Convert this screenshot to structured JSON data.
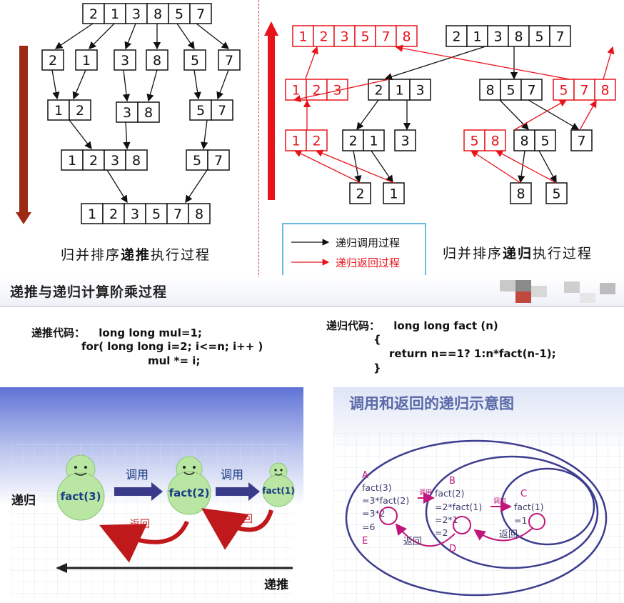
{
  "merge": {
    "left": {
      "row0": [
        "2",
        "1",
        "3",
        "8",
        "5",
        "7"
      ],
      "row1": [
        "2",
        "1",
        "3",
        "8",
        "5",
        "7"
      ],
      "row2a": [
        "1",
        "2"
      ],
      "row2b": [
        "3",
        "8"
      ],
      "row2c": [
        "5",
        "7"
      ],
      "row3a": [
        "1",
        "2",
        "3",
        "8"
      ],
      "row3b": [
        "5",
        "7"
      ],
      "row4": [
        "1",
        "2",
        "3",
        "5",
        "7",
        "8"
      ],
      "caption_pre": "归并排序",
      "caption_bold": "递推",
      "caption_post": "执行过程"
    },
    "right": {
      "top_red": [
        "1",
        "2",
        "3",
        "5",
        "7",
        "8"
      ],
      "top_black": [
        "2",
        "1",
        "3",
        "8",
        "5",
        "7"
      ],
      "l1_red": [
        "1",
        "2",
        "3"
      ],
      "l1_black_a": [
        "2",
        "1",
        "3"
      ],
      "l1_black_b": [
        "8",
        "5",
        "7"
      ],
      "l1_red_b": [
        "5",
        "7",
        "8"
      ],
      "l2_red_a": [
        "1",
        "2"
      ],
      "l2_black_a": [
        "2",
        "1"
      ],
      "l2_single_3": "3",
      "l2_red_b": [
        "5",
        "8"
      ],
      "l2_black_b": [
        "8",
        "5"
      ],
      "l2_single_7": "7",
      "l3_a": "2",
      "l3_b": "1",
      "l3_c": "8",
      "l3_d": "5",
      "legend_call": "递归调用过程",
      "legend_return": "递归返回过程",
      "caption_pre": "归并排序",
      "caption_bold": "递归",
      "caption_post": "执行过程"
    }
  },
  "factorial": {
    "heading": "递推与递归计算阶乘过程",
    "iter_label": "递推代码：",
    "iter_line1": "long long mul=1;",
    "iter_line2": "for( long long i=2; i<=n; i++ )",
    "iter_line3": "mul *= i;",
    "rec_label": "递归代码：",
    "rec_line1": "long long  fact (n)",
    "rec_line2": "{",
    "rec_line3": "return n==1? 1:n*fact(n-1);",
    "rec_line4": "}"
  },
  "snowman": {
    "fact3": "fact(3)",
    "fact2": "fact(2)",
    "fact1": "fact(1)",
    "call1": "调用",
    "call2": "调用",
    "ret1": "返回",
    "ret2": "返回",
    "label_recursion": "递归",
    "label_iteration": "递推"
  },
  "ellipses": {
    "title": "调用和返回的递归示意图",
    "A": "A",
    "B": "B",
    "C": "C",
    "D": "D",
    "E": "E",
    "a1": "fact(3)",
    "a2": "=3*fact(2)",
    "a3": "=3*2",
    "a4": "=6",
    "b1": "fact(2)",
    "b2": "=2*fact(1)",
    "b3": "=2*1",
    "b4": "=2",
    "c1": "fact(1)",
    "c2": "=1",
    "call1": "调用",
    "call2": "调用",
    "ret1": "返回",
    "ret2": "返回"
  },
  "colors": {
    "red": "#e8141c",
    "darkred": "#8b1a0e",
    "navy": "#3a3a8a",
    "purple": "#c0157a",
    "green_fill": "#b9e6a3"
  }
}
